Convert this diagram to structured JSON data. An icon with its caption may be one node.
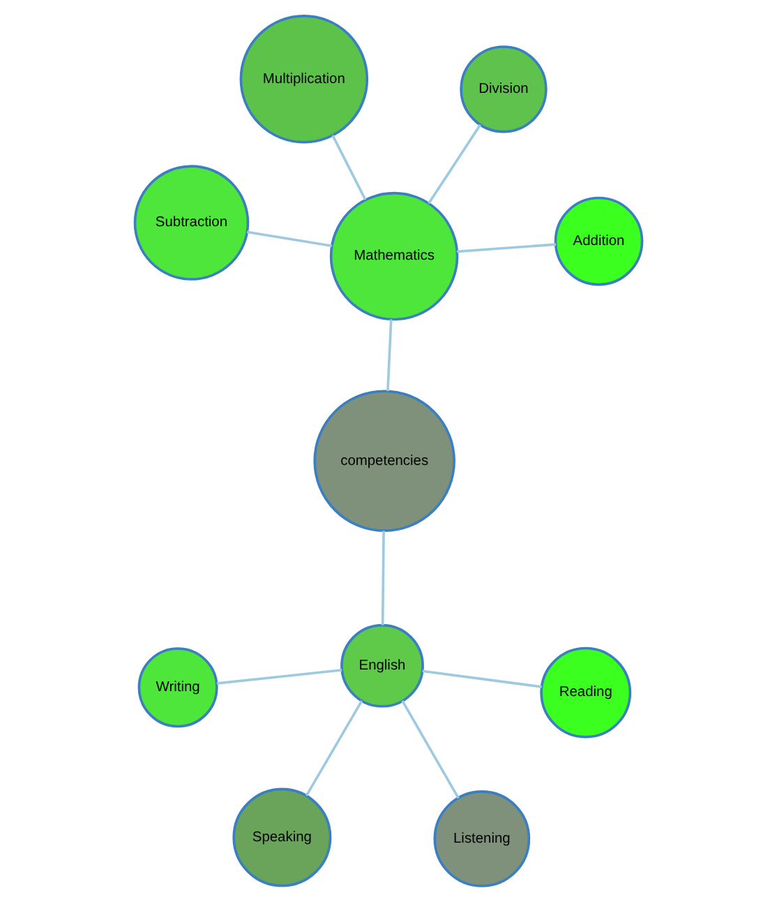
{
  "diagram": {
    "nodes": [
      {
        "text": [
          "competencies"
        ]
      },
      {
        "text": [
          "Mathematics"
        ]
      },
      {
        "text": [
          "Addition"
        ]
      },
      {
        "text": [
          "Multiplication"
        ]
      },
      {
        "text": [
          "Division"
        ]
      },
      {
        "text": [
          "Subtraction"
        ]
      },
      {
        "text": [
          "English"
        ]
      },
      {
        "text": [
          "Reading"
        ]
      },
      {
        "text": [
          "Writing"
        ]
      },
      {
        "text": [
          "Speaking"
        ]
      },
      {
        "text": [
          "Listening"
        ]
      }
    ],
    "edges": [
      {
        "from": 0,
        "to": 1,
        "arrow": "none"
      },
      {
        "from": 1,
        "to": 2,
        "arrow": "none"
      },
      {
        "from": 1,
        "to": 3,
        "arrow": "none"
      },
      {
        "from": 1,
        "to": 4,
        "arrow": "none"
      },
      {
        "from": 1,
        "to": 5,
        "arrow": "none"
      },
      {
        "from": 0,
        "to": 6,
        "arrow": "none"
      },
      {
        "from": 6,
        "to": 7,
        "arrow": "none"
      },
      {
        "from": 6,
        "to": 8,
        "arrow": "none"
      },
      {
        "from": 6,
        "to": 9,
        "arrow": "none"
      },
      {
        "from": 6,
        "to": 10,
        "arrow": "none"
      }
    ]
  }
}
